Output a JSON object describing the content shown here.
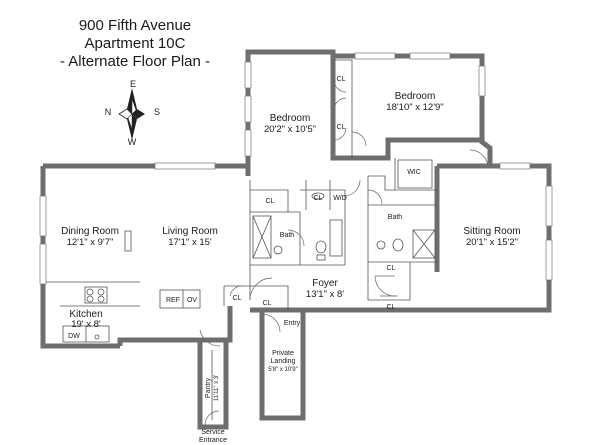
{
  "title": {
    "line1": "900 Fifth Avenue",
    "line2": "Apartment 10C",
    "line3": "- Alternate Floor Plan -"
  },
  "compass": {
    "n": "N",
    "e": "E",
    "s": "S",
    "w": "W"
  },
  "rooms": {
    "bedroom1": {
      "name": "Bedroom",
      "dims": "20'2\" x 10'5\""
    },
    "bedroom2": {
      "name": "Bedroom",
      "dims": "18'10\" x 12'9\""
    },
    "dining": {
      "name": "Dining Room",
      "dims": "12'1\" x 9'7\""
    },
    "living": {
      "name": "Living Room",
      "dims": "17'1\" x 15'"
    },
    "sitting": {
      "name": "Sitting Room",
      "dims": "20'1\" x 15'2\""
    },
    "foyer": {
      "name": "Foyer",
      "dims": "13'1\" x 8'"
    },
    "kitchen": {
      "name": "Kitchen",
      "dims": "19' x 8'"
    },
    "landing": {
      "name1": "Private",
      "name2": "Landing",
      "dims": "5'8\" x 10'9\""
    },
    "pantry": {
      "name": "Pantry",
      "dims": "11'11\" x 3'"
    }
  },
  "labels": {
    "cl": "CL",
    "wd": "W/D",
    "wic": "WIC",
    "bath": "Bath",
    "ref": "REF",
    "ov": "OV",
    "dw": "DW",
    "entry": "Entry",
    "service1": "Service",
    "service2": "Entrance"
  }
}
